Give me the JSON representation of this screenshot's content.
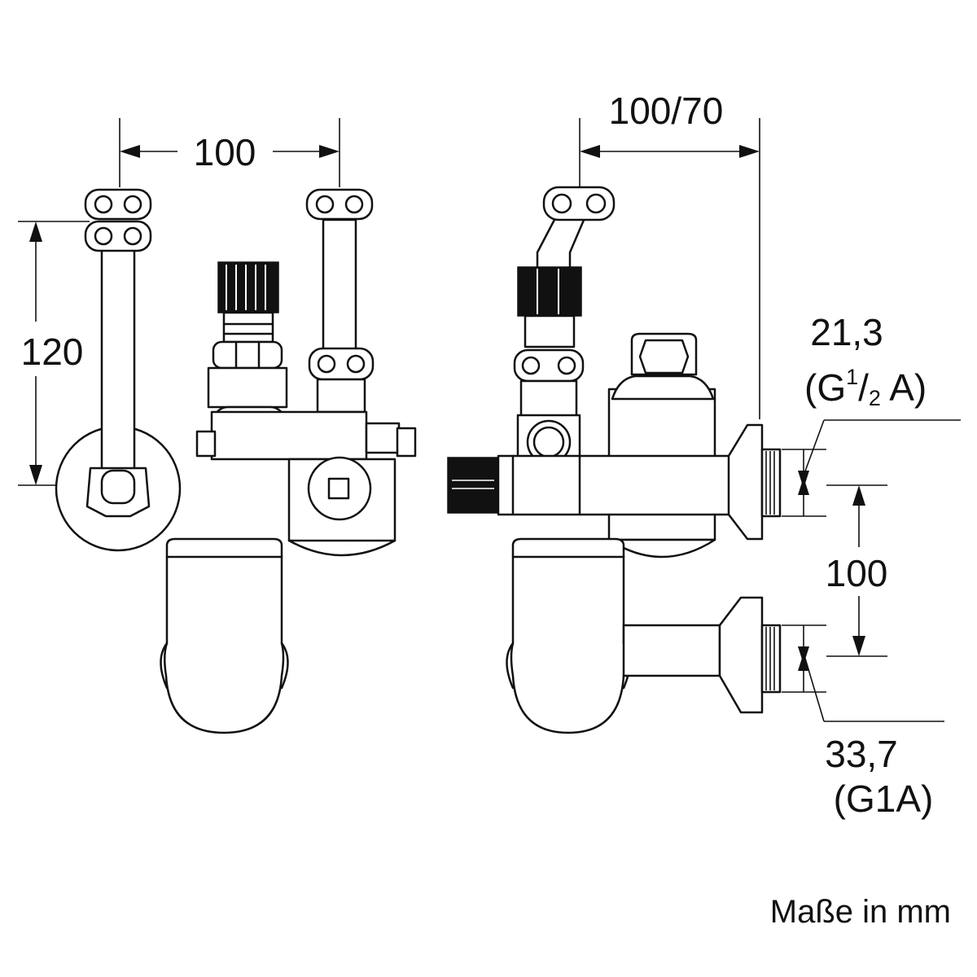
{
  "dimensions": {
    "left_width": "100",
    "left_height": "120",
    "right_offset": "100/70",
    "upper_thread_size": "21,3",
    "upper_thread_prefix": "(G",
    "upper_thread_sup": "1",
    "upper_thread_slash": "/",
    "upper_thread_sub": "2",
    "upper_thread_suffix": " A)",
    "outlet_spacing": "100",
    "lower_thread_size": "33,7",
    "lower_thread_spec": "(G1A)"
  },
  "units_note": "Maße in mm",
  "icons": [
    "dimension-arrow-icon",
    "hex-nut-icon",
    "threaded-connection-icon",
    "valve-knob-icon"
  ]
}
